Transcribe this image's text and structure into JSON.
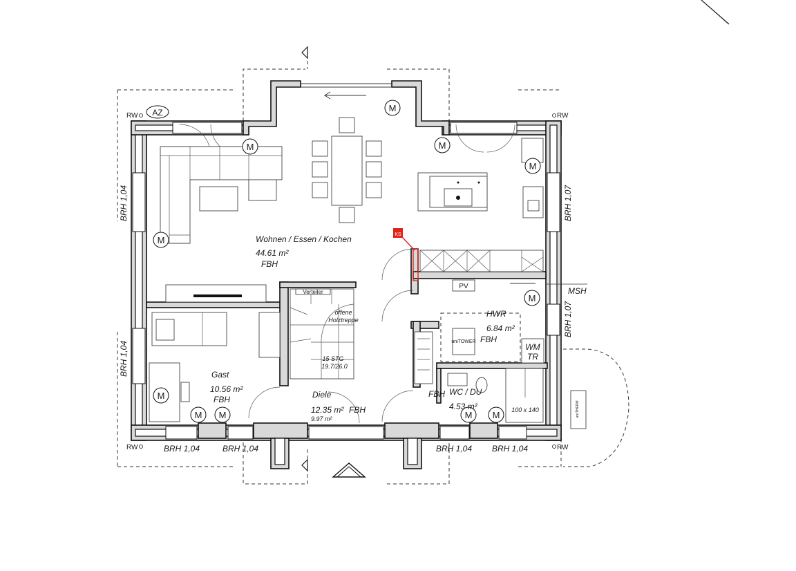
{
  "rooms": {
    "living": {
      "name": "Wohnen / Essen / Kochen",
      "area": "44.61 m²",
      "floor": "FBH"
    },
    "guest": {
      "name": "Gast",
      "area": "10.56 m²",
      "floor": "FBH"
    },
    "hall": {
      "name": "Diele",
      "area": "12.35 m²",
      "floor": "FBH",
      "area2": "9.97 m²"
    },
    "utility": {
      "name": "HWR",
      "area": "6.84 m²",
      "floor": "FBH"
    },
    "wc": {
      "name": "WC / DU",
      "area": "4.53 m²",
      "floor": "FBH"
    }
  },
  "labels": {
    "az": "AZ",
    "rw": "RW",
    "motor": "M",
    "msh": "MSH",
    "pv": "PV",
    "wm": "WM",
    "tr": "TR",
    "unitower": "uniTOWER",
    "shower_size": "100 x 140",
    "verteiler": "Verteiler",
    "stair_open_1": "offene",
    "stair_open_2": "Holztreppe",
    "stair_steps": "15 STG",
    "stair_dims": "19.7/26.0",
    "heatpump": "aroTHERM",
    "ks": "KS",
    "brh_104": "BRH 1,04",
    "brh_107": "BRH 1,07"
  }
}
